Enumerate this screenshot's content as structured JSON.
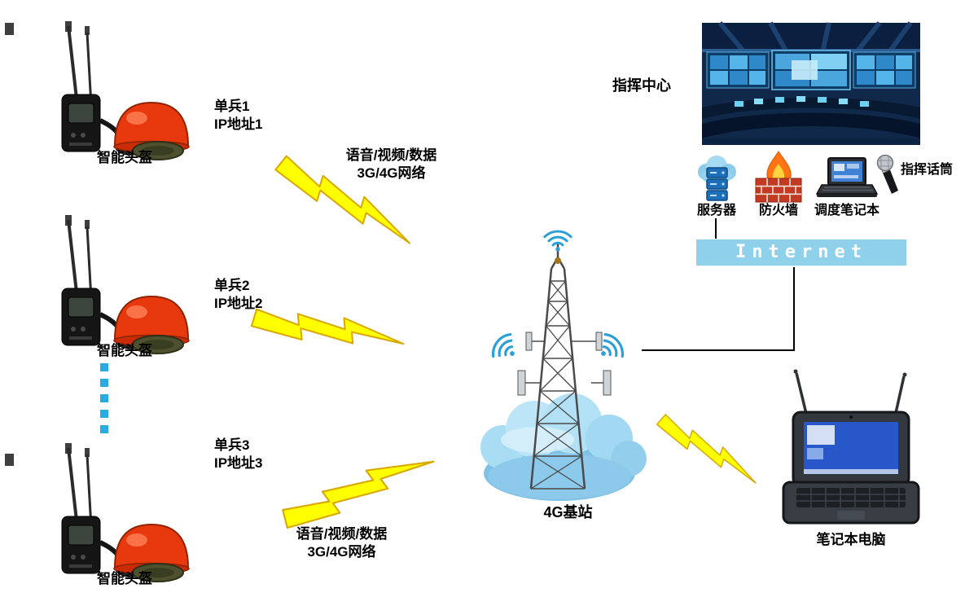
{
  "soldiers": [
    {
      "name": "单兵1",
      "ip": "IP地址1"
    },
    {
      "name": "单兵2",
      "ip": "IP地址2"
    },
    {
      "name": "单兵3",
      "ip": "IP地址3"
    }
  ],
  "helmet_labels": [
    "智能头盔",
    "智能头盔",
    "智能头盔"
  ],
  "link_labels": {
    "top": {
      "line1": "语音/视频/数据",
      "line2": "3G/4G网络"
    },
    "bottom": {
      "line1": "语音/视频/数据",
      "line2": "3G/4G网络"
    }
  },
  "base_station": {
    "label": "4G基站"
  },
  "command_center": {
    "label": "指挥中心"
  },
  "infrastructure": {
    "server": "服务器",
    "firewall": "防火墙",
    "dispatch_laptop": "调度笔记本",
    "microphone": "指挥话筒"
  },
  "internet": {
    "label": "Internet",
    "bg_color": "#8fd1ea",
    "text_color": "#ffffff"
  },
  "field_laptop": {
    "label": "笔记本电脑"
  },
  "colors": {
    "bolt_fill": "#ffff00",
    "bolt_stroke": "#d9a800",
    "dash_line": "#29abe2",
    "helmet_red": "#e8390e",
    "wifi_blue": "#2a9fd8",
    "cloud_blue": "#a8dcf4"
  }
}
